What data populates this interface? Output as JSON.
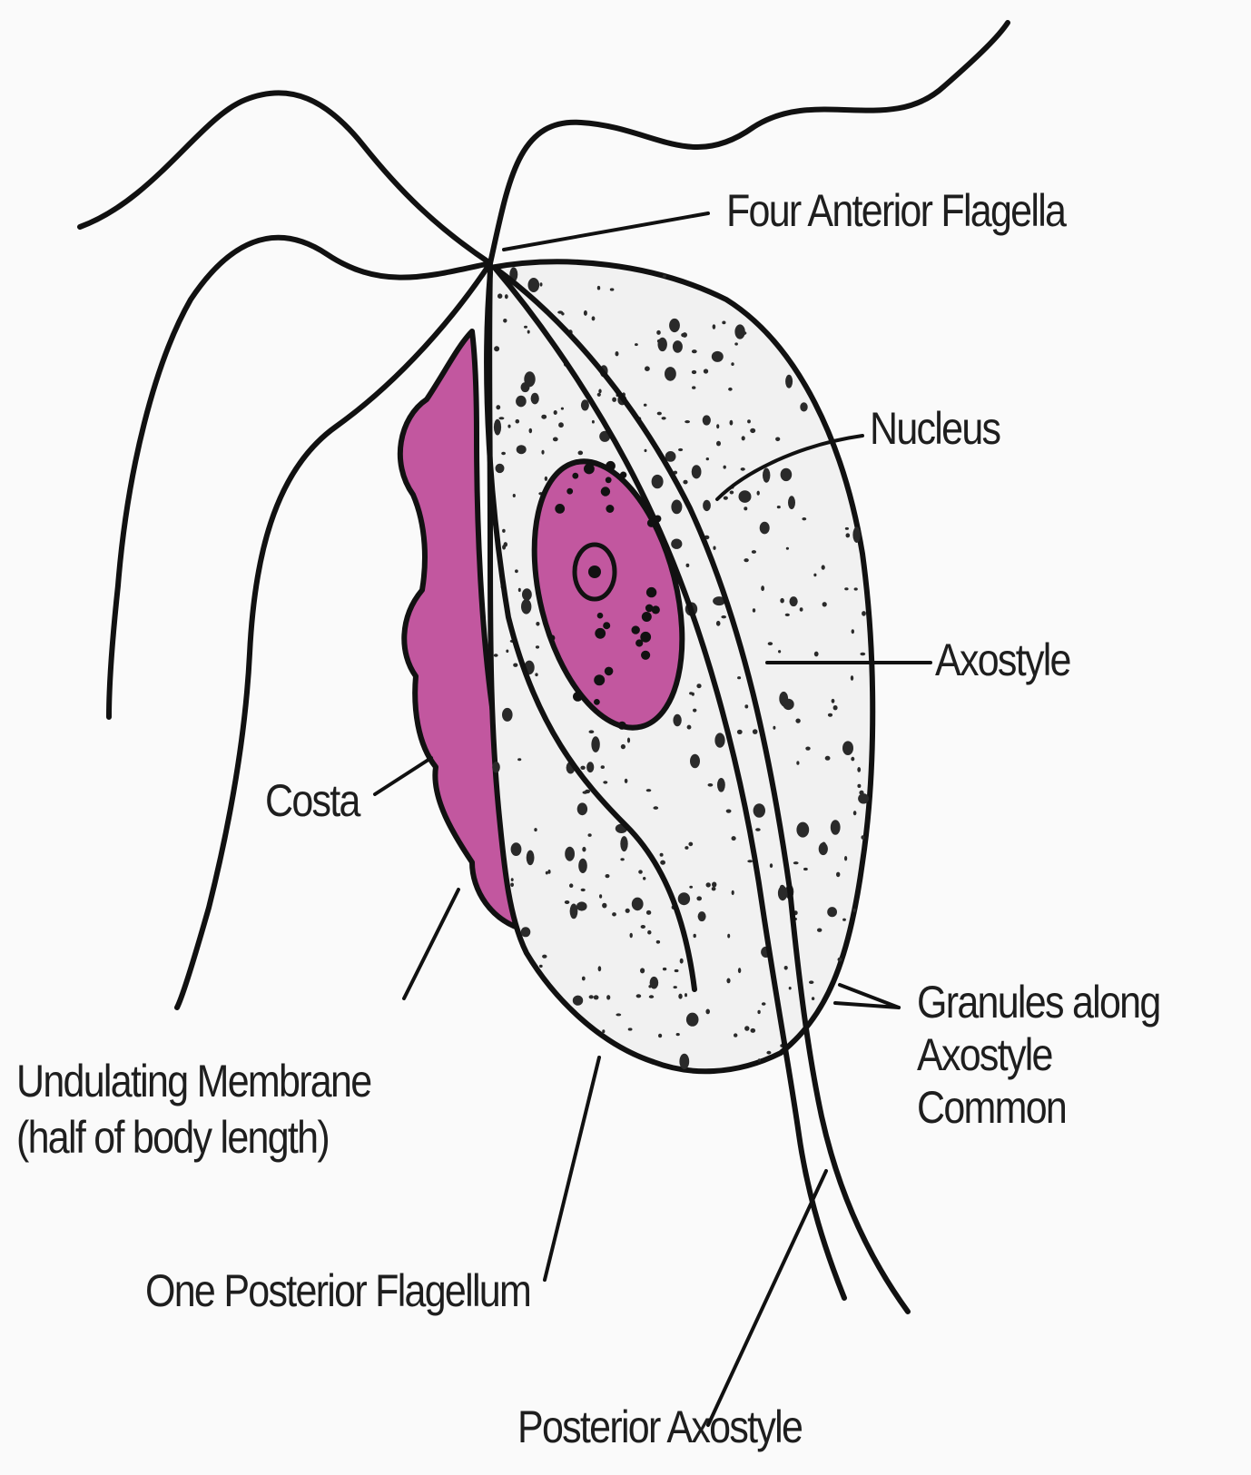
{
  "labels": {
    "four_anterior_flagella": "Four Anterior Flagella",
    "nucleus": "Nucleus",
    "axostyle": "Axostyle",
    "costa": "Costa",
    "granules_line1": "Granules along",
    "granules_line2": "Axostyle",
    "granules_line3": "Common",
    "undulating_line1": "Undulating Membrane",
    "undulating_line2": "(half of body length)",
    "posterior_flagellum": "One Posterior Flagellum",
    "posterior_axostyle": "Posterior Axostyle"
  },
  "colors": {
    "background": "#fafafa",
    "outline": "#111111",
    "cytoplasm": "#f1f1f1",
    "granules": "#2a2a2a",
    "membrane_magenta": "#c2579f",
    "nucleus_magenta": "#c2579f"
  }
}
